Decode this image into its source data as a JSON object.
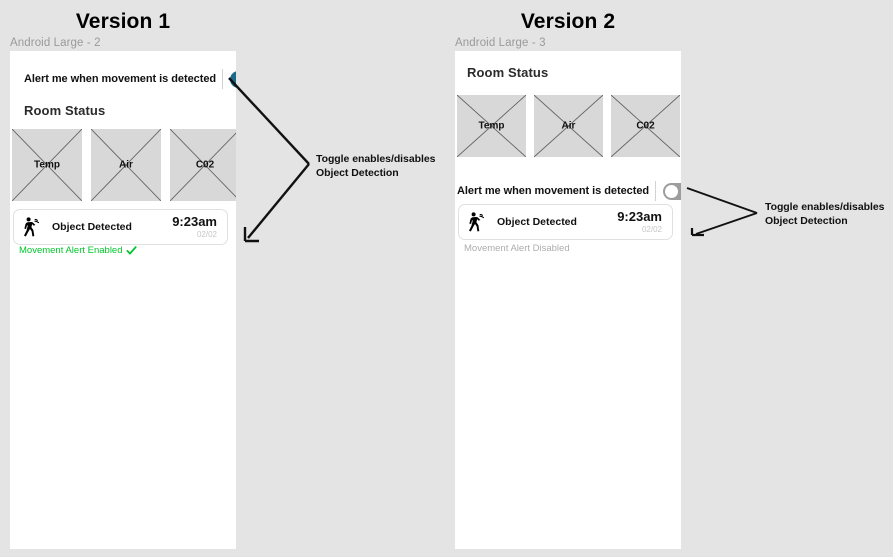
{
  "background_color": "#e4e4e4",
  "panels": [
    {
      "id": "version-1",
      "title": "Version 1",
      "frame_label": "Android Large - 2",
      "alert_label": "Alert me when movement is detected",
      "toggle_state": "on",
      "toggle_on_color": "#1b6a8a",
      "section_heading": "Room Status",
      "tiles": [
        {
          "label": "Temp"
        },
        {
          "label": "Air"
        },
        {
          "label": "C02"
        }
      ],
      "notification": {
        "icon": "walking-person-motion-icon",
        "title": "Object Detected",
        "time": "9:23am",
        "date": "02/02"
      },
      "status": {
        "text": "Movement Alert Enabled",
        "icon": "check-icon",
        "color": "#00c62b"
      },
      "annotation": "Toggle enables/disables\nObject Detection"
    },
    {
      "id": "version-2",
      "title": "Version 2",
      "frame_label": "Android Large - 3",
      "alert_label": "Alert me when movement is detected",
      "toggle_state": "off",
      "toggle_off_color": "#9d9d9d",
      "section_heading": "Room Status",
      "tiles": [
        {
          "label": "Temp"
        },
        {
          "label": "Air"
        },
        {
          "label": "C02"
        }
      ],
      "notification": {
        "icon": "walking-person-motion-icon",
        "title": "Object Detected",
        "time": "9:23am",
        "date": "02/02"
      },
      "status": {
        "text": "Movement Alert Disabled",
        "icon": "none",
        "color": "#adadad"
      },
      "annotation": "Toggle enables/disables\nObject Detection"
    }
  ]
}
